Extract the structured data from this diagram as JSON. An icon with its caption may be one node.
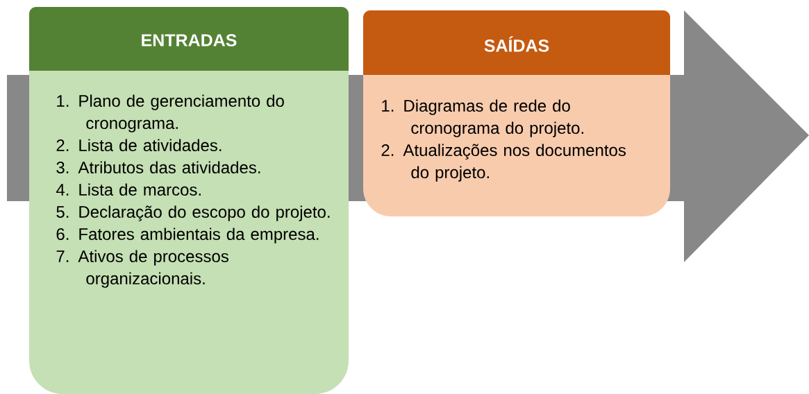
{
  "diagram": {
    "nodes": [
      {
        "text": [
          "ENTRADAS",
          "1. Plano de gerenciamento do cronograma.",
          "2. Lista de atividades.",
          "3. Atributos das atividades.",
          "4. Lista de marcos.",
          "5. Declaração do escopo do projeto.",
          "6. Fatores ambientais da empresa.",
          "7. Ativos de processos organizacionais."
        ]
      },
      {
        "text": [
          "SAÍDAS",
          "1. Diagramas de rede do cronograma do projeto.",
          "2. Atualizações nos documentos do projeto."
        ]
      }
    ]
  }
}
